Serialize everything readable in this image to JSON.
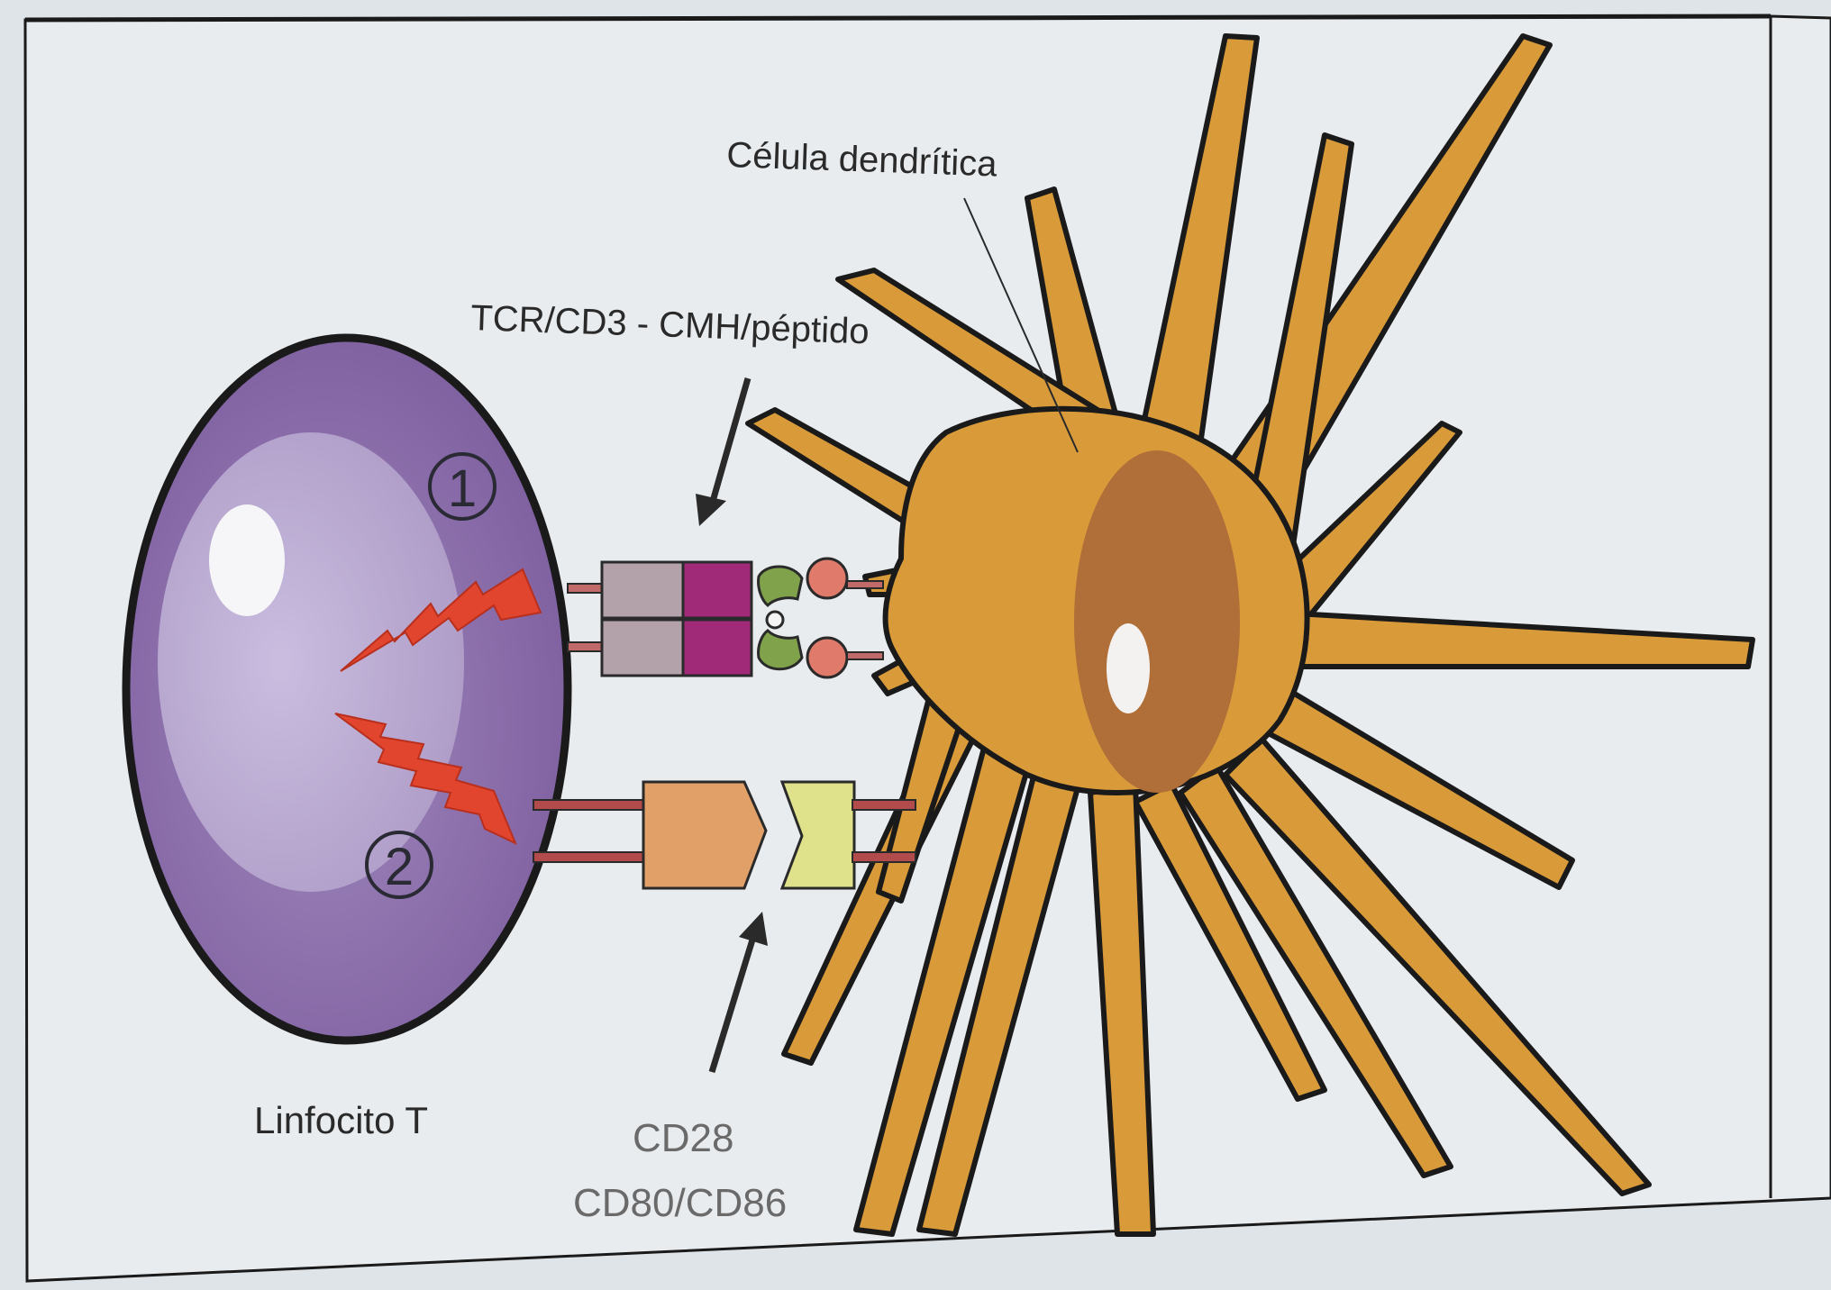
{
  "labels": {
    "dendritic_cell": "Célula dendrítica",
    "tcr_complex": "TCR/CD3 - CMH/péptido",
    "t_lymphocyte": "Linfocito T",
    "cd28": "CD28",
    "cd80_cd86": "CD80/CD86",
    "signal_1": "1",
    "signal_2": "2"
  },
  "colors": {
    "page": "#dfe4e8",
    "panel": "#e8ecef",
    "dendritic_body": "#d99a3a",
    "dendritic_nucleus": "#b06e38",
    "lymphocyte_outer": "#8a6aa8",
    "lymphocyte_inner": "#b7a6cc",
    "signal_bolt": "#e2452e",
    "tcr_gray": "#b3a2aa",
    "tcr_magenta": "#a02a78",
    "mhc_green": "#7fa24a",
    "peptide_pink": "#e07a6a",
    "cd28_orange": "#e0a068",
    "cd80_yellow": "#dfe28a"
  }
}
